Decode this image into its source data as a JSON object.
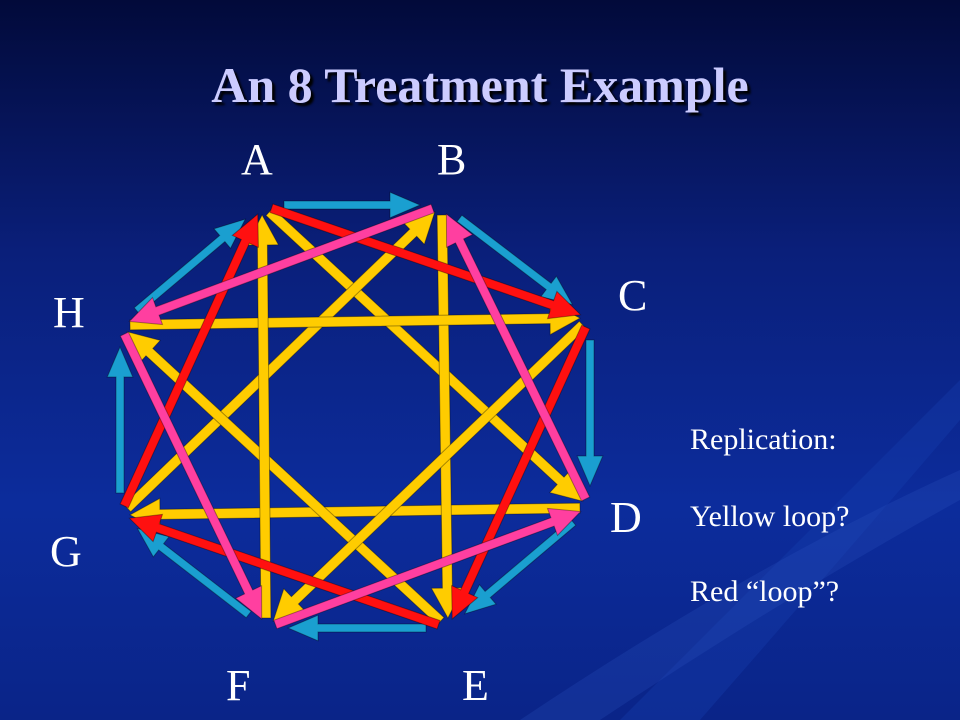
{
  "title": "An 8 Treatment Example",
  "nodes": [
    {
      "id": "A",
      "label": "A"
    },
    {
      "id": "B",
      "label": "B"
    },
    {
      "id": "C",
      "label": "C"
    },
    {
      "id": "D",
      "label": "D"
    },
    {
      "id": "E",
      "label": "E"
    },
    {
      "id": "F",
      "label": "F"
    },
    {
      "id": "G",
      "label": "G"
    },
    {
      "id": "H",
      "label": "H"
    }
  ],
  "notes": {
    "line1": "Replication:",
    "line2": "Yellow loop?",
    "line3": "Red “loop”?"
  },
  "colors": {
    "background": "#0c2c9c",
    "title": "#ccccff",
    "cyan": "#1a9fd0",
    "yellow": "#ffcc00",
    "red": "#ff1010",
    "pink": "#ff3fa0"
  },
  "edges": [
    {
      "from": "A",
      "to": "B",
      "color": "cyan"
    },
    {
      "from": "B",
      "to": "C",
      "color": "cyan"
    },
    {
      "from": "C",
      "to": "D",
      "color": "cyan"
    },
    {
      "from": "D",
      "to": "E",
      "color": "cyan"
    },
    {
      "from": "E",
      "to": "F",
      "color": "cyan"
    },
    {
      "from": "F",
      "to": "G",
      "color": "cyan"
    },
    {
      "from": "G",
      "to": "H",
      "color": "cyan"
    },
    {
      "from": "H",
      "to": "A",
      "color": "cyan"
    },
    {
      "from": "A",
      "to": "D",
      "color": "yellow"
    },
    {
      "from": "D",
      "to": "G",
      "color": "yellow"
    },
    {
      "from": "G",
      "to": "B",
      "color": "yellow"
    },
    {
      "from": "B",
      "to": "E",
      "color": "yellow"
    },
    {
      "from": "E",
      "to": "H",
      "color": "yellow"
    },
    {
      "from": "H",
      "to": "C",
      "color": "yellow"
    },
    {
      "from": "C",
      "to": "F",
      "color": "yellow"
    },
    {
      "from": "F",
      "to": "A",
      "color": "yellow"
    },
    {
      "from": "A",
      "to": "C",
      "color": "red"
    },
    {
      "from": "C",
      "to": "E",
      "color": "red"
    },
    {
      "from": "E",
      "to": "G",
      "color": "red"
    },
    {
      "from": "G",
      "to": "A",
      "color": "red"
    },
    {
      "from": "B",
      "to": "H",
      "color": "pink"
    },
    {
      "from": "H",
      "to": "F",
      "color": "pink"
    },
    {
      "from": "F",
      "to": "D",
      "color": "pink"
    },
    {
      "from": "D",
      "to": "B",
      "color": "pink"
    }
  ]
}
